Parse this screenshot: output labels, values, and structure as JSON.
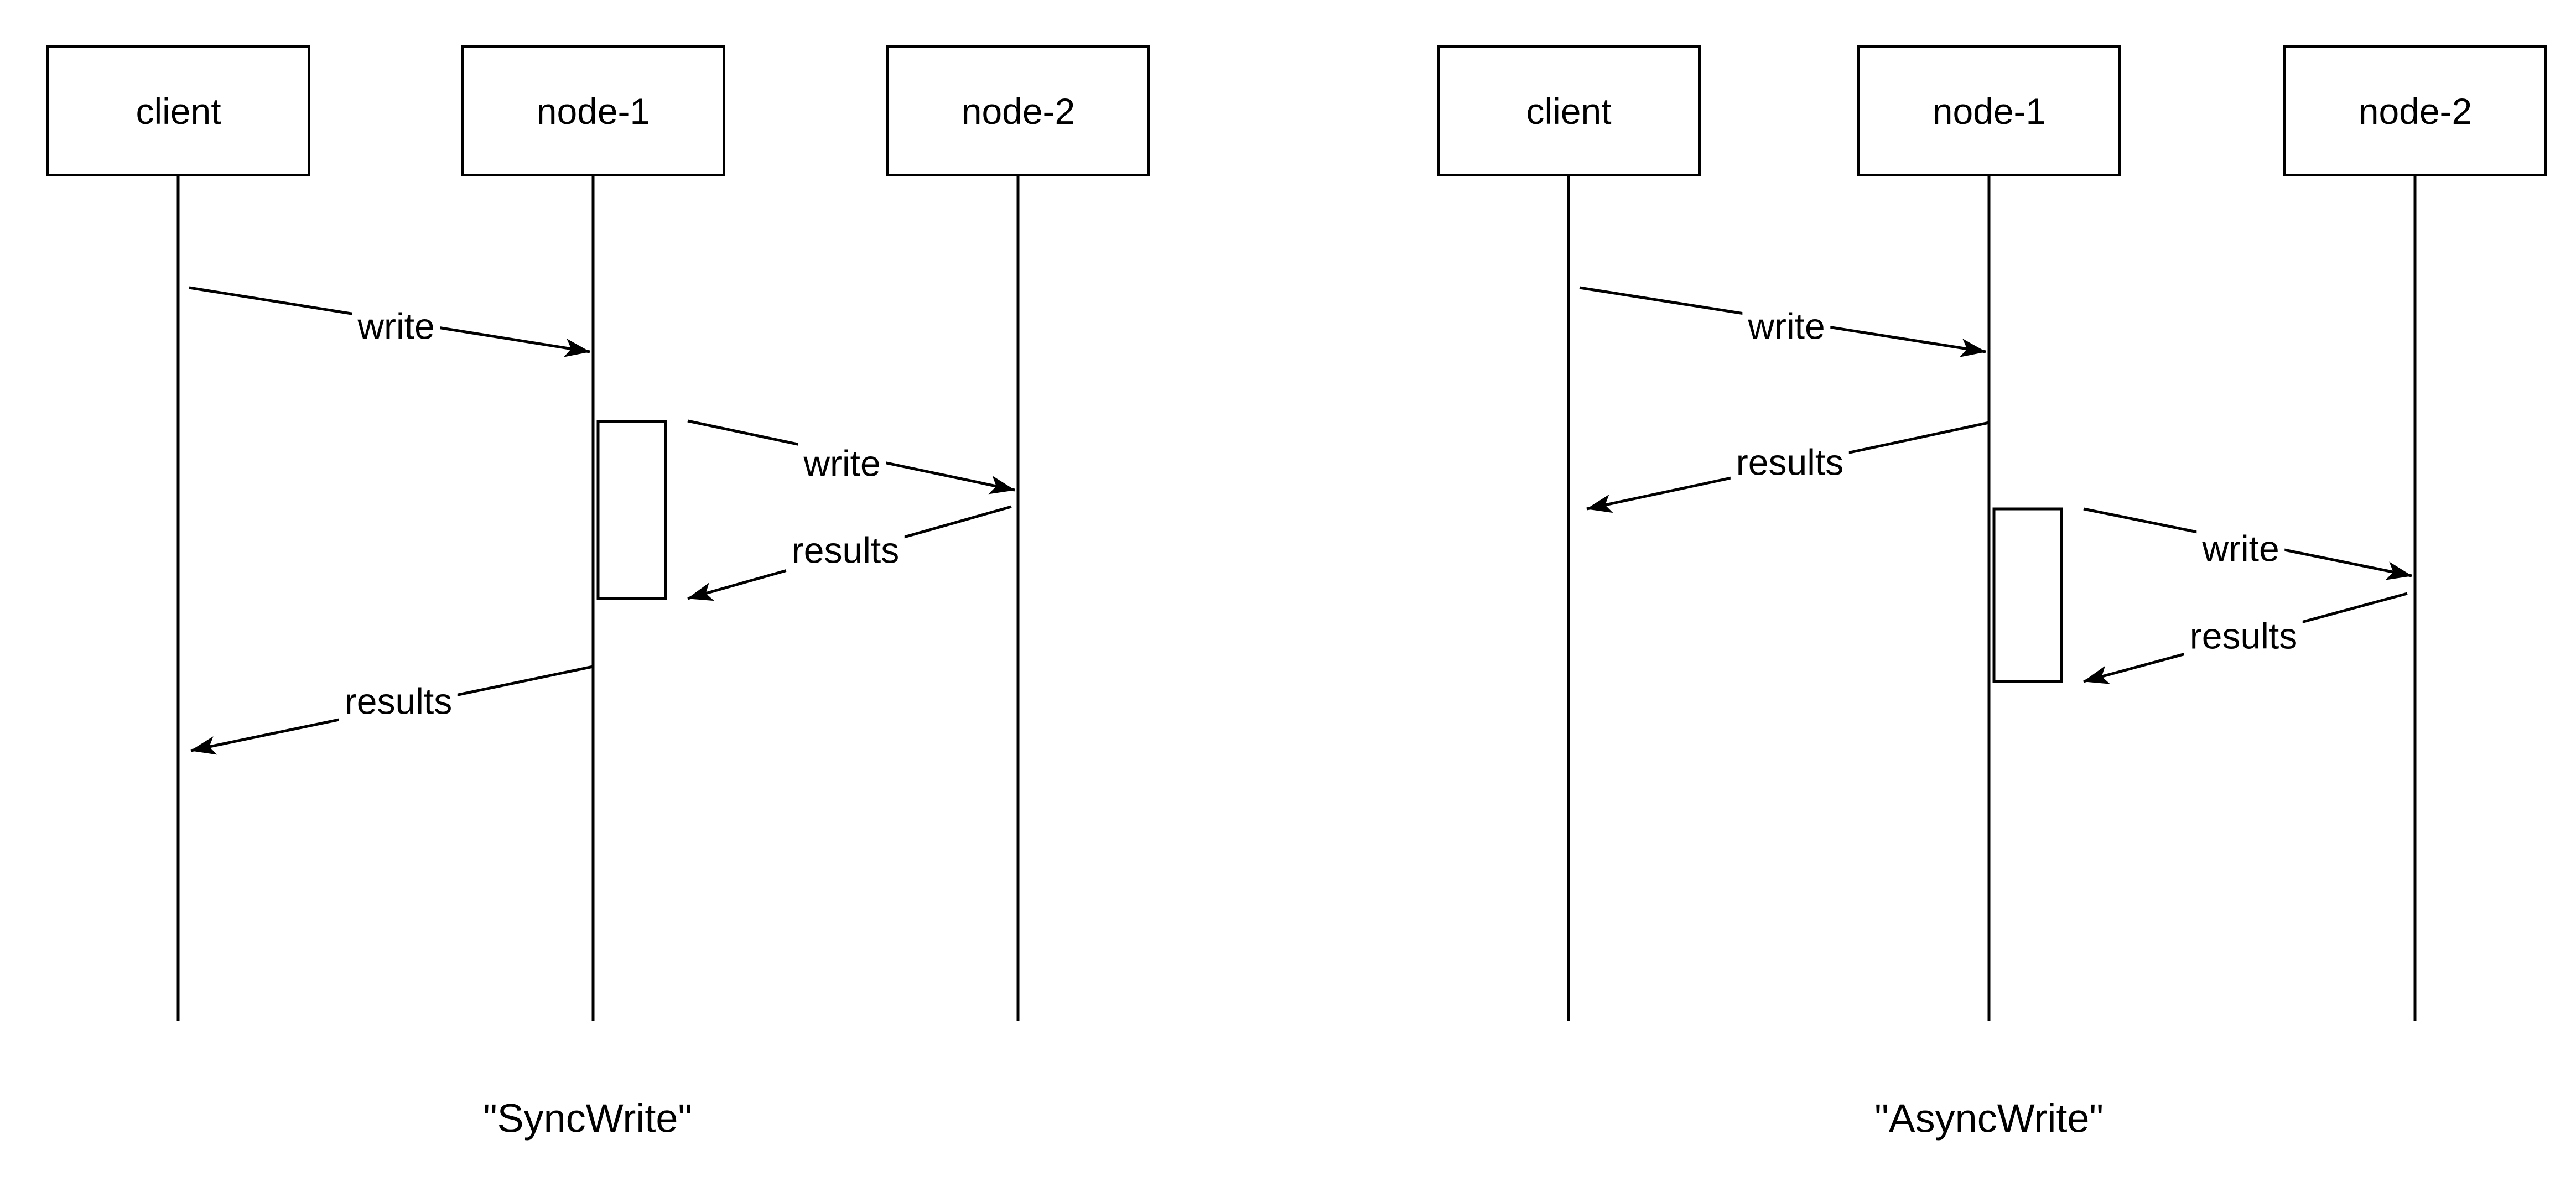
{
  "page": {
    "background_color": "#ffffff",
    "stroke_color": "#000000",
    "text_color": "#000000"
  },
  "diagrams": [
    {
      "caption": "\"SyncWrite\"",
      "actors": [
        {
          "label": "client"
        },
        {
          "label": "node-1"
        },
        {
          "label": "node-2"
        }
      ],
      "messages": [
        {
          "label": "write",
          "from": "client",
          "to": "node-1"
        },
        {
          "label": "write",
          "from": "node-1",
          "to": "node-2"
        },
        {
          "label": "results",
          "from": "node-2",
          "to": "node-1"
        },
        {
          "label": "results",
          "from": "node-1",
          "to": "client"
        }
      ]
    },
    {
      "caption": "\"AsyncWrite\"",
      "actors": [
        {
          "label": "client"
        },
        {
          "label": "node-1"
        },
        {
          "label": "node-2"
        }
      ],
      "messages": [
        {
          "label": "write",
          "from": "client",
          "to": "node-1"
        },
        {
          "label": "results",
          "from": "node-1",
          "to": "client"
        },
        {
          "label": "write",
          "from": "node-1",
          "to": "node-2"
        },
        {
          "label": "results",
          "from": "node-2",
          "to": "node-1"
        }
      ]
    }
  ]
}
